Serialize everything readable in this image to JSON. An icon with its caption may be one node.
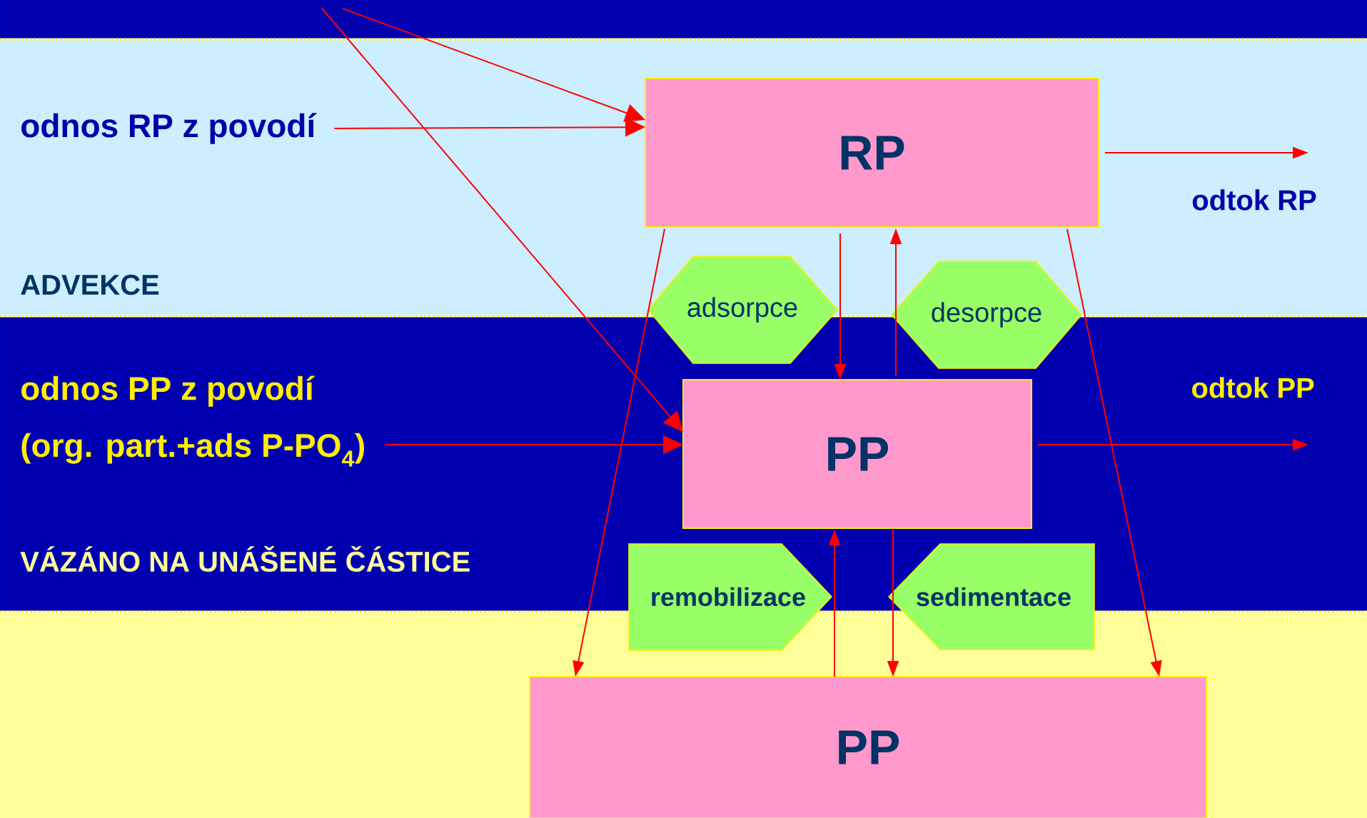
{
  "diagram": {
    "nodes": [
      {
        "text": [
          "odnos RP z povodí"
        ]
      },
      {
        "text": [
          "RP"
        ]
      },
      {
        "text": [
          "adsorpce"
        ]
      },
      {
        "text": [
          "desorpce"
        ]
      },
      {
        "text": [
          "odnos PP z povodí",
          "(org. part.+ads P-PO$_{4}$)"
        ]
      },
      {
        "text": [
          "PP"
        ]
      },
      {
        "text": [
          "remobilizace"
        ]
      },
      {
        "text": [
          "sedimentace"
        ]
      },
      {
        "text": [
          "PP"
        ]
      }
    ],
    "edges": [
      {
        "from": null,
        "to": 1,
        "arrow": "to"
      },
      {
        "from": 0,
        "to": 1,
        "arrow": "to"
      },
      {
        "from": 1,
        "to": null,
        "arrow": "to",
        "label": "odtok RP"
      },
      {
        "from": null,
        "to": 5,
        "arrow": "to"
      },
      {
        "from": 4,
        "to": 5,
        "arrow": "to"
      },
      {
        "from": 5,
        "to": null,
        "arrow": "to",
        "label": "odtok PP"
      },
      {
        "from": 1,
        "to": 5,
        "arrow": "to"
      },
      {
        "from": 5,
        "to": 1,
        "arrow": "to"
      },
      {
        "from": 1,
        "to": 8,
        "arrow": "to"
      },
      {
        "from": 1,
        "to": 8,
        "arrow": "to"
      },
      {
        "from": 8,
        "to": 5,
        "arrow": "to"
      },
      {
        "from": 5,
        "to": 8,
        "arrow": "to"
      }
    ],
    "labels": [
      "ADVEKCE",
      "VÁZÁNO NA UNÁŠENÉ ČÁSTICE"
    ]
  }
}
